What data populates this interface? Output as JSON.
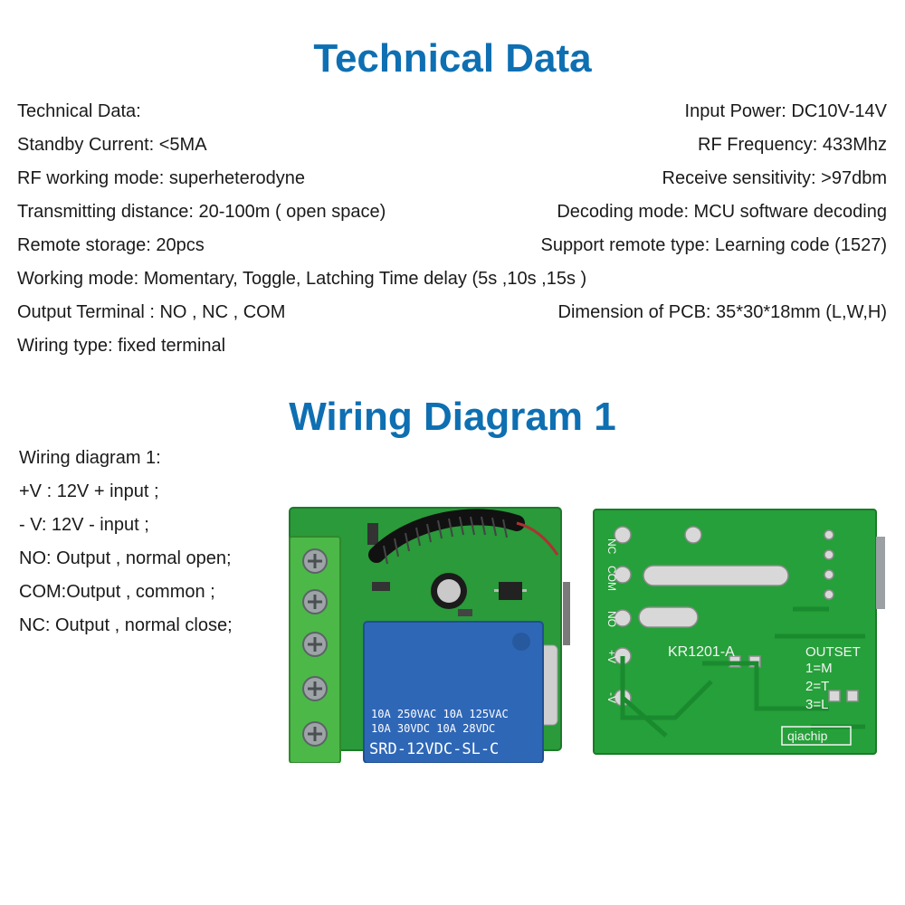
{
  "technical_title": "Technical Data",
  "specs_left": [
    "Technical Data:",
    "Standby Current: <5MA",
    "RF working mode: superheterodyne",
    "Transmitting distance: 20-100m ( open space)",
    "Remote storage: 20pcs",
    "Working mode: Momentary, Toggle, Latching Time delay (5s ,10s ,15s )",
    "Output Terminal : NO , NC , COM",
    "Wiring type: fixed terminal"
  ],
  "specs_right": [
    "Input Power: DC10V-14V",
    "RF Frequency: 433Mhz",
    "Receive sensitivity: >97dbm",
    "Decoding mode: MCU software decoding",
    "Support remote type: Learning code (1527)",
    "Dimension of PCB: 35*30*18mm  (L,W,H)"
  ],
  "wiring_title": "Wiring Diagram 1",
  "wiring_lines": [
    "Wiring diagram 1:",
    "+V : 12V + input ;",
    "- V:  12V - input ;",
    "NO:  Output , normal open;",
    "COM:Output , common ;",
    "NC:  Output , normal close;"
  ],
  "relay": {
    "rating_1": "10A 250VAC  10A 125VAC",
    "rating_2": "10A  30VDC  10A  28VDC",
    "model": "SRD-12VDC-SL-C"
  },
  "pcb_back": {
    "pin_nc": "NC",
    "pin_com": "COM",
    "pin_no": "NO",
    "pin_vplus": "+V",
    "pin_vminus": "-V",
    "board_name": "KR1201-A",
    "outset": "OUTSET",
    "mode_1": "1=M",
    "mode_2": "2=T",
    "mode_3": "3=L",
    "brand": "qiachip"
  },
  "colors": {
    "heading": "#0e6fb2",
    "pcb_green": "#2a9a3a",
    "terminal_green": "#4cb848",
    "relay_blue": "#2f67b7"
  }
}
